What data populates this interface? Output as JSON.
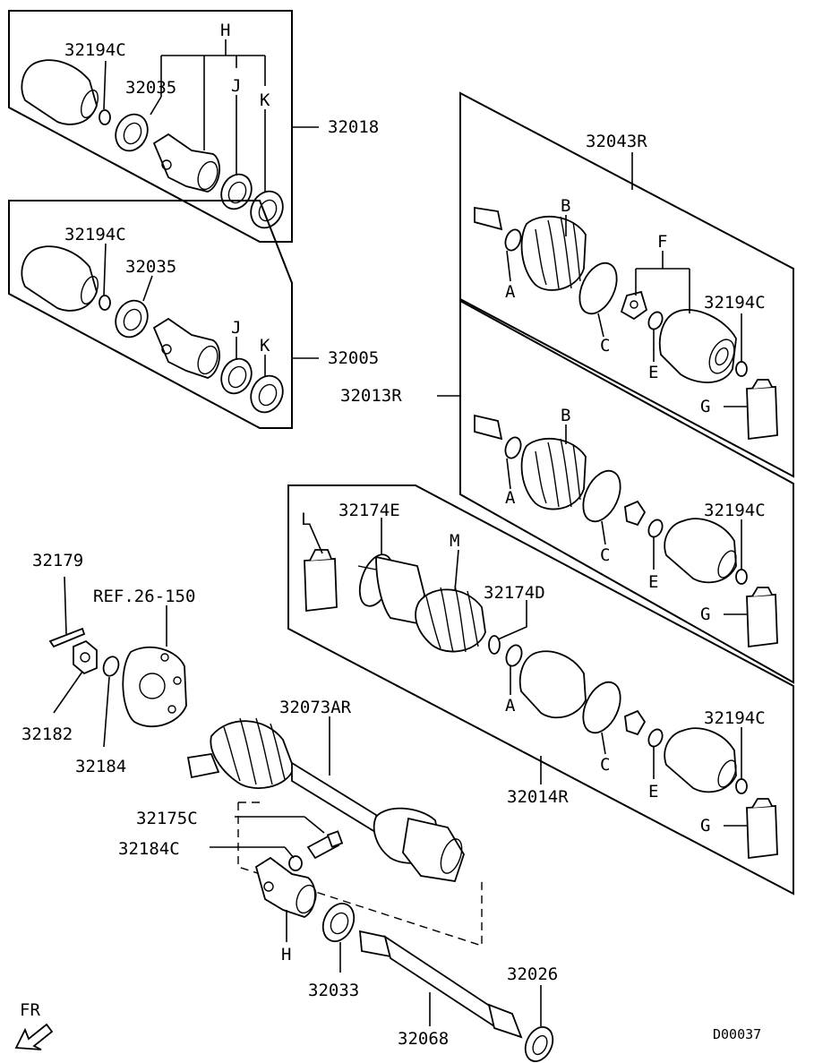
{
  "callouts": {
    "p32194C_a": "32194C",
    "H_top": "H",
    "p32035_a": "32035",
    "J_a": "J",
    "K_a": "K",
    "p32018": "32018",
    "p32194C_b": "32194C",
    "p32035_b": "32035",
    "J_b": "J",
    "K_b": "K",
    "p32005": "32005",
    "p32043R": "32043R",
    "B_a": "B",
    "F": "F",
    "p32194C_c": "32194C",
    "A_a": "A",
    "C_a": "C",
    "E_a": "E",
    "G_a": "G",
    "p32013R": "32013R",
    "B_b": "B",
    "A_b": "A",
    "C_b": "C",
    "p32194C_d": "32194C",
    "E_b": "E",
    "G_b": "G",
    "L": "L",
    "p32174E": "32174E",
    "M": "M",
    "p32174D": "32174D",
    "A_c": "A",
    "C_c": "C",
    "p32194C_e": "32194C",
    "E_c": "E",
    "G_c": "G",
    "p32014R": "32014R",
    "p32179": "32179",
    "ref": "REF.26-150",
    "p32182": "32182",
    "p32184": "32184",
    "p32073AR": "32073AR",
    "p32175C": "32175C",
    "p32184C": "32184C",
    "H_bottom": "H",
    "p32033": "32033",
    "p32026": "32026",
    "p32068": "32068",
    "fr": "FR",
    "code": "D00037"
  }
}
